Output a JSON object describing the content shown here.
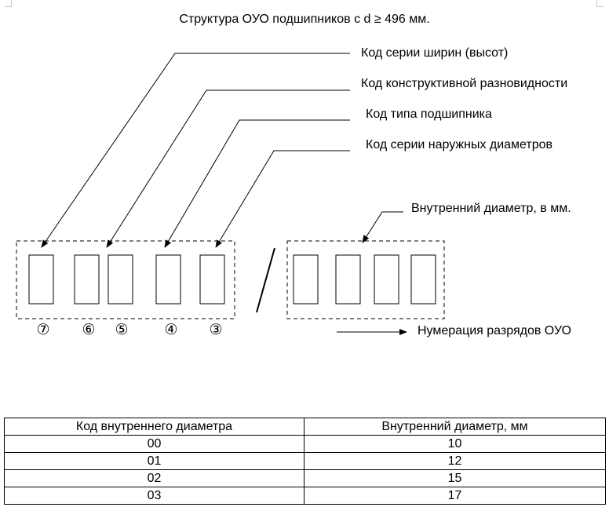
{
  "title": "Структура ОУО подшипников с d ≥ 496 мм.",
  "labels": {
    "width_series": "Код серии ширин (высот)",
    "design_variant": "Код конструктивной разновидности",
    "bearing_type": "Код типа подшипника",
    "diameter_series": "Код серии наружных диаметров",
    "inner_diameter": "Внутренний диаметр, в мм.",
    "digit_numbering": "Нумерация разрядов ОУО"
  },
  "digit_numbers": [
    "⑦",
    "⑥",
    "⑤",
    "④",
    "③"
  ],
  "table": {
    "headers": [
      "Код внутреннего диаметра",
      "Внутренний диаметр, мм"
    ],
    "rows": [
      [
        "00",
        "10"
      ],
      [
        "01",
        "12"
      ],
      [
        "02",
        "15"
      ],
      [
        "03",
        "17"
      ]
    ]
  }
}
